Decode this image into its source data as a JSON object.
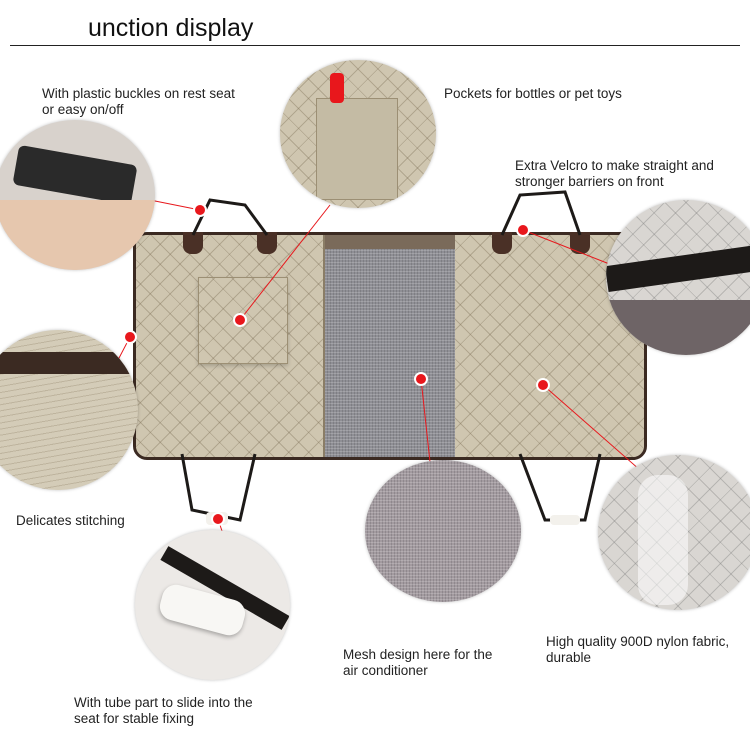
{
  "header": {
    "title": "unction display"
  },
  "callouts": {
    "buckles": "With plastic buckles on rest seat\nor easy on/off",
    "pockets": "Pockets for bottles or pet toys",
    "velcro": "Extra Velcro to make straight and\nstronger barriers on front",
    "stitching": "Delicates stitching",
    "mesh": "Mesh design here for the\nair conditioner",
    "fabric": "High quality 900D nylon fabric,\ndurable",
    "tube": "With tube part to slide into the\nseat for stable fixing"
  },
  "colors": {
    "marker": "#e8171c",
    "fabric": "#cfc6b0",
    "trim": "#3b2a22",
    "mesh": "#8f8f95"
  }
}
